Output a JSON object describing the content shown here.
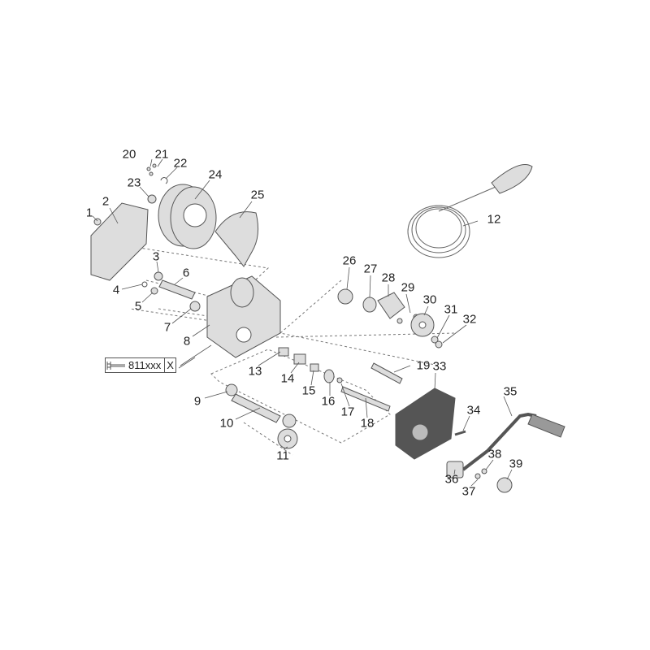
{
  "diagram": {
    "part_numbers": [
      "1",
      "2",
      "3",
      "4",
      "5",
      "6",
      "7",
      "8",
      "9",
      "10",
      "11",
      "12",
      "13",
      "14",
      "15",
      "16",
      "17",
      "18",
      "19",
      "20",
      "21",
      "22",
      "23",
      "24",
      "25",
      "26",
      "27",
      "28",
      "29",
      "30",
      "31",
      "32",
      "33",
      "34",
      "35",
      "36",
      "37",
      "38",
      "39"
    ],
    "reference_box": {
      "code": "811xxx",
      "suffix": "X",
      "icon": "bolt-icon"
    },
    "line_color": "#555555",
    "part_fill": "#d9d9d9"
  }
}
